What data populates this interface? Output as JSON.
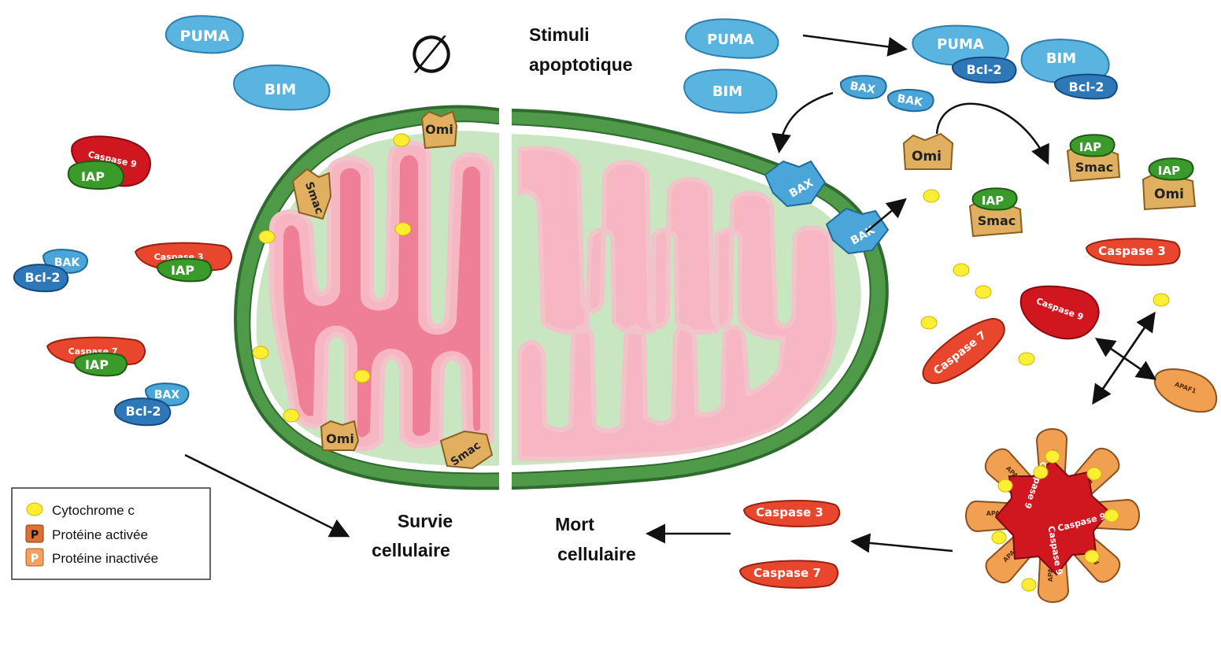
{
  "labels": {
    "puma": "PUMA",
    "bim": "BIM",
    "bcl2": "Bcl-2",
    "bax": "BAX",
    "bak": "BAK",
    "omi": "Omi",
    "smac": "Smac",
    "iap": "IAP",
    "caspase3": "Caspase 3",
    "caspase7": "Caspase 7",
    "caspase9": "Caspase 9",
    "apaf1": "APAF1",
    "empty_set": "∅"
  },
  "text": {
    "stimuli_line1": "Stimuli",
    "stimuli_line2": "apoptotique",
    "survie_line1": "Survie",
    "survie_line2": "cellulaire",
    "mort_line1": "Mort",
    "mort_line2": "cellulaire"
  },
  "legend": {
    "cytochrome": "Cytochrome c",
    "active": "Protéine activée",
    "inactive": "Protéine inactivée",
    "p_symbol": "P"
  },
  "colors": {
    "puma_bim": "#5ab4e0",
    "bcl2": "#2e78b8",
    "bax_bak": "#4aa6d8",
    "caspase": "#e8472d",
    "caspase9": "#d0161e",
    "iap": "#3a9a2a",
    "omi_smac": "#e0b060",
    "apaf1": "#f0a050",
    "cytochrome": "#ffee33",
    "mito_outer": "#3c8a3c",
    "mito_matrix": "#c8e6c0",
    "cristae": "#f08ca0"
  }
}
